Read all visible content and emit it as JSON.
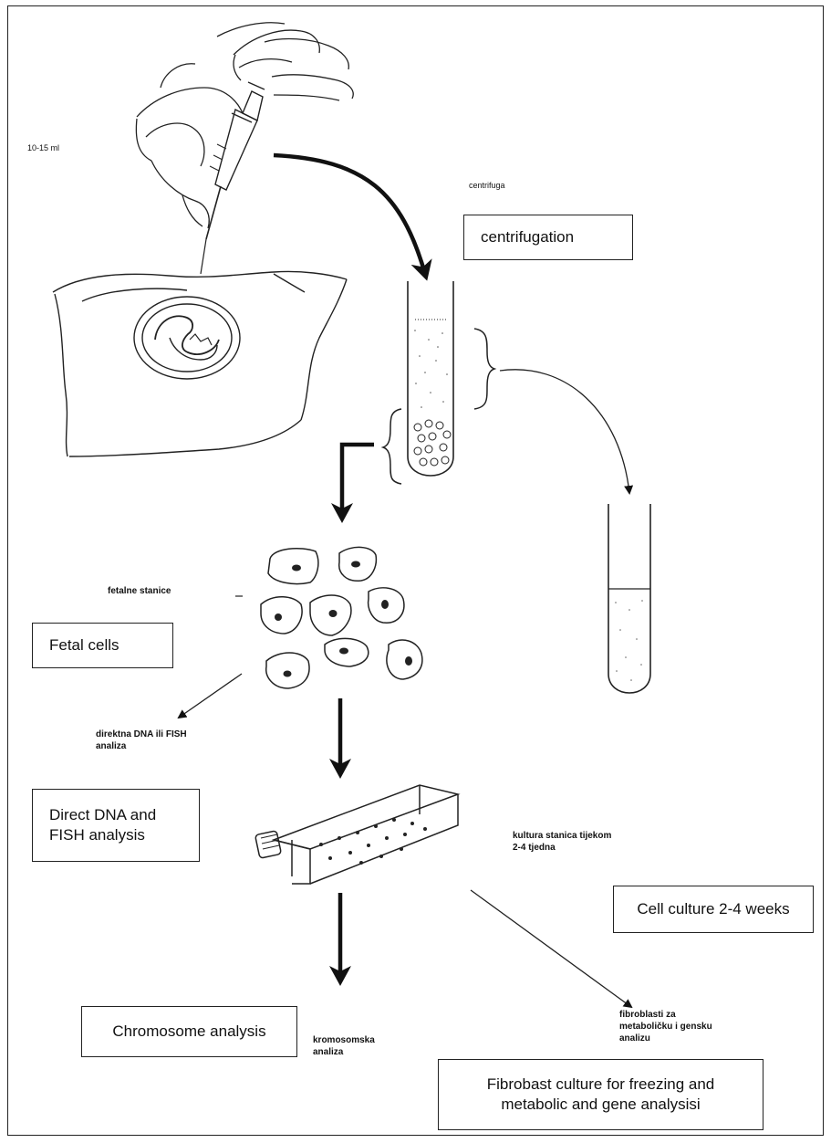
{
  "labels": {
    "volume": "10-15 ml",
    "centrifuga": "centrifuga",
    "fetal_cells_hr": "fetalne stanice",
    "direct_dna_hr_line1": "direktna DNA ili FISH",
    "direct_dna_hr_line2": "analiza",
    "culture_hr_line1": "kultura stanica tijekom",
    "culture_hr_line2": "2-4 tjedna",
    "fibroblast_hr_line1": "fibroblasti za",
    "fibroblast_hr_line2": "metaboličku i gensku",
    "fibroblast_hr_line3": "analizu",
    "chromosome_hr_line1": "kromosomska",
    "chromosome_hr_line2": "analiza"
  },
  "boxes": {
    "centrifugation": "centrifugation",
    "fetal_cells": "Fetal cells",
    "direct_dna_line1": "Direct DNA and",
    "direct_dna_line2": "FISH analysis",
    "cell_culture": "Cell culture 2-4 weeks",
    "chromosome": "Chromosome analysis",
    "fibroblast_line1": "Fibrobast culture for freezing and",
    "fibroblast_line2": "metabolic and gene analysisi"
  }
}
